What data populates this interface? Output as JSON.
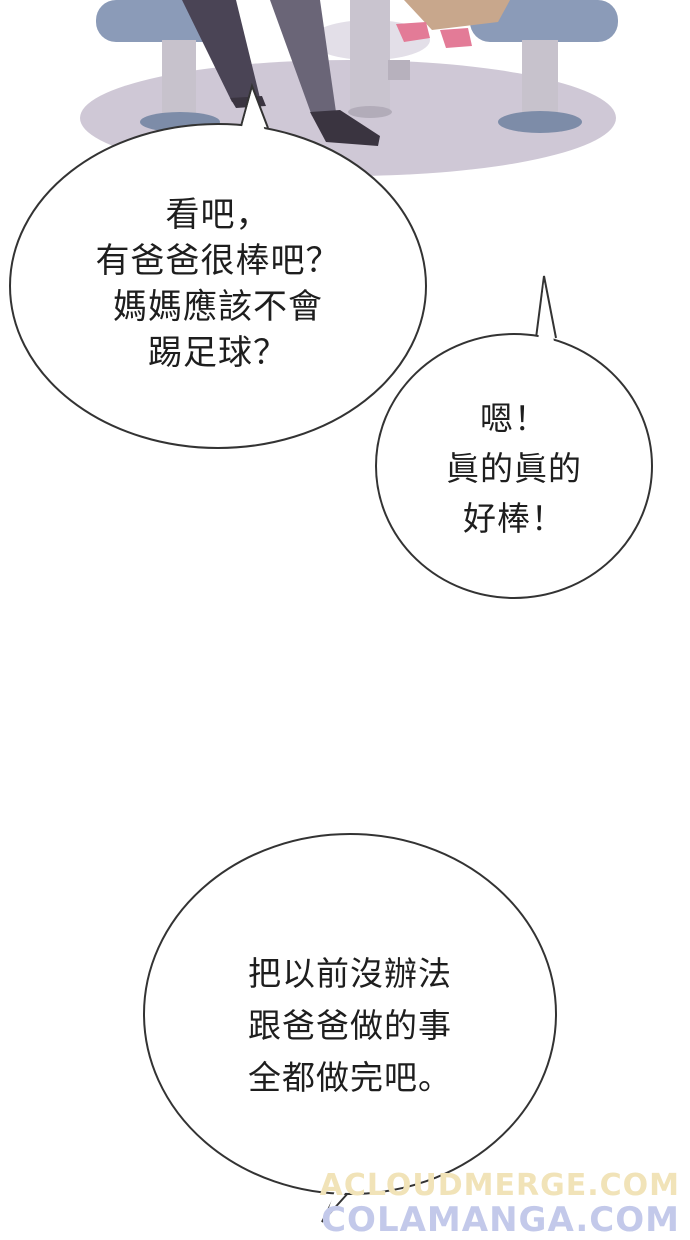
{
  "bubbles": [
    {
      "lines": [
        "看吧，",
        "有爸爸很棒吧？",
        "媽媽應該不會",
        "踢足球？"
      ]
    },
    {
      "lines": [
        "嗯！",
        "眞的眞的",
        "好棒！"
      ]
    },
    {
      "lines": [
        "把以前沒辦法",
        "跟爸爸做的事",
        "全都做完吧。"
      ]
    }
  ],
  "watermarks": [
    "ACLOUDMERGE.COM",
    "COLAMANGA.COM"
  ],
  "colors": {
    "floor": "#cfc8d6",
    "chair": "#8b9bb8",
    "chair_post": "#c7c2cc",
    "trousers": "#6a6577",
    "shoe": "#3a3440",
    "bubble_stroke": "#333333"
  }
}
